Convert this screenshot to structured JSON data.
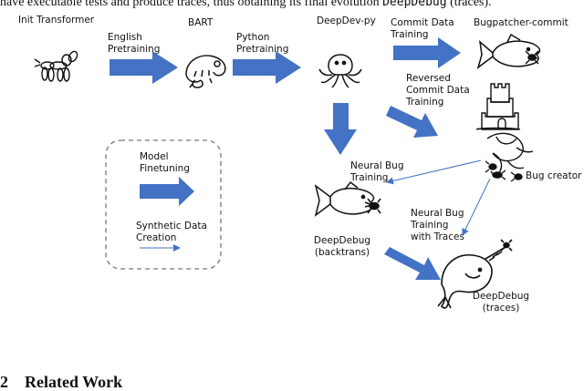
{
  "caption_top": {
    "text": "have executable tests and produce traces, thus obtaining its final evolution ",
    "code": "DeepDebug",
    "tail": " (traces)."
  },
  "nodes": {
    "init_transformer": "Init Transformer",
    "bart": "BART",
    "deepdev_py": "DeepDev-py",
    "bugpatcher_commit": "Bugpatcher-commit",
    "bug_creator": "Bug creator",
    "deepdebug_backtrans": [
      "DeepDebug",
      "(backtrans)"
    ],
    "deepdebug_traces": [
      "DeepDebug",
      "(traces)"
    ]
  },
  "edges": {
    "english_pretraining": [
      "English",
      "Pretraining"
    ],
    "python_pretraining": [
      "Python",
      "Pretraining"
    ],
    "commit_data_training": [
      "Commit Data",
      "Training"
    ],
    "reversed_commit_data_training": [
      "Reversed",
      "Commit Data",
      "Training"
    ],
    "neural_bug_training": [
      "Neural Bug",
      "Training"
    ],
    "neural_bug_training_traces": [
      "Neural Bug",
      "Training",
      "with Traces"
    ]
  },
  "legend": {
    "model_finetuning": [
      "Model",
      "Finetuning"
    ],
    "synthetic_data_creation": [
      "Synthetic Data",
      "Creation"
    ]
  },
  "section": {
    "number": "2",
    "title": "Related Work"
  },
  "colors": {
    "arrow_blue": "#4472c4",
    "legend_border": "#777777"
  },
  "icons": [
    "balloon-dog-icon",
    "chameleon-icon",
    "octopus-icon",
    "fish-with-bug-icon",
    "castle-icon",
    "dragon-icon",
    "narwhal-icon"
  ]
}
